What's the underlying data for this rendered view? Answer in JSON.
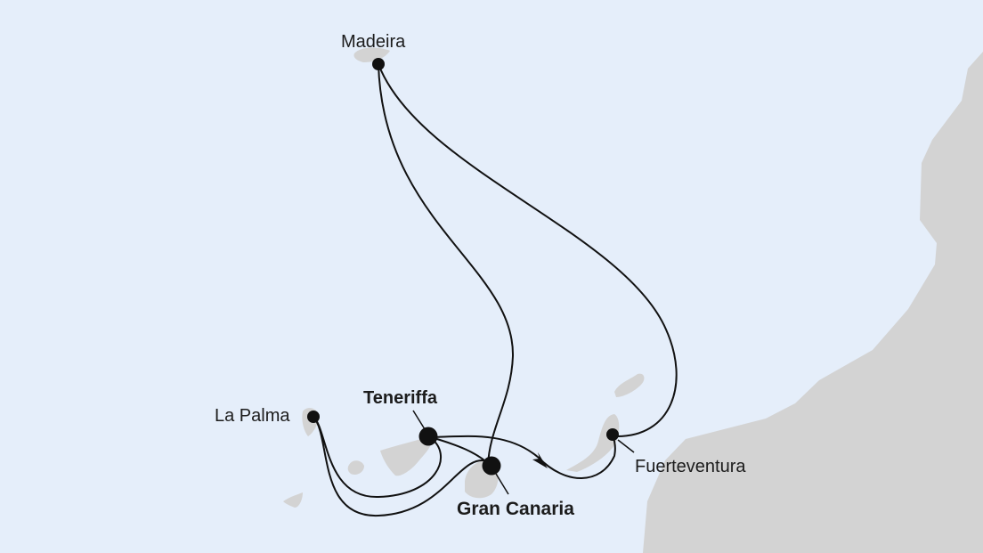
{
  "map": {
    "colors": {
      "sea": "#e5eefa",
      "land": "#d3d3d3",
      "route": "#111111",
      "port": "#111111"
    },
    "ports": [
      {
        "name": "Madeira",
        "emphasis": false
      },
      {
        "name": "Teneriffa",
        "emphasis": true
      },
      {
        "name": "La Palma",
        "emphasis": false
      },
      {
        "name": "Gran Canaria",
        "emphasis": true
      },
      {
        "name": "Fuerteventura",
        "emphasis": false
      }
    ]
  }
}
